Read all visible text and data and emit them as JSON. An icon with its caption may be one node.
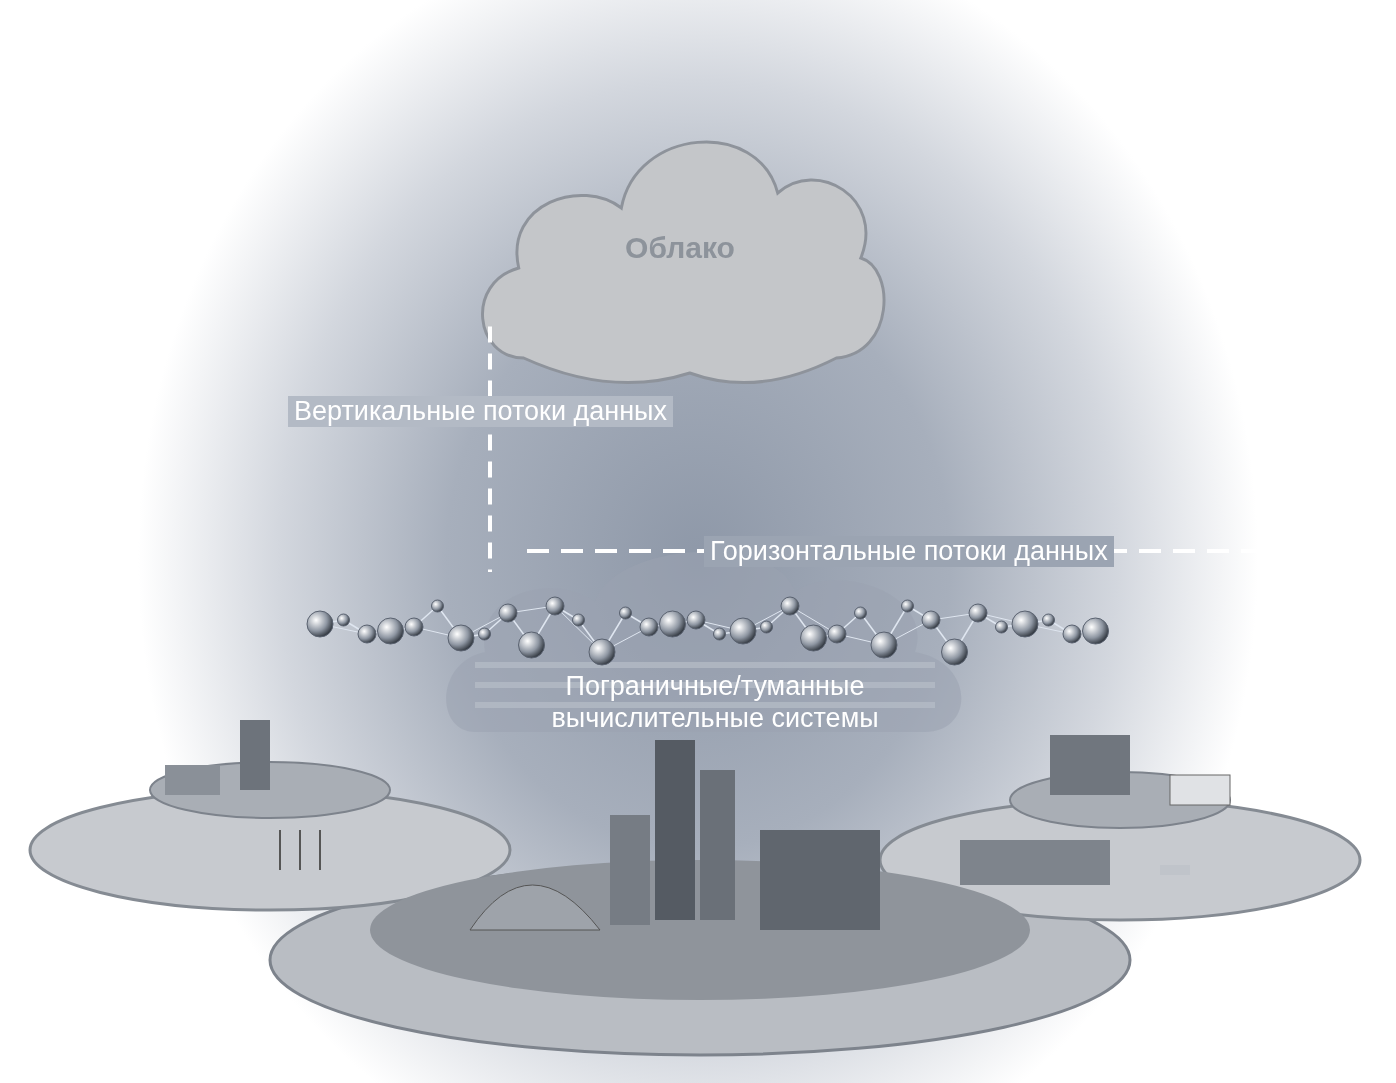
{
  "diagram": {
    "nodes": [
      {
        "text": [
          "Облако"
        ]
      },
      {
        "text": [
          "Пограничные/туманные вычислительные системы"
        ]
      }
    ],
    "edges": [
      {
        "from": 0,
        "to": 1,
        "arrow": "none",
        "style": "dashed",
        "label": "Вертикальные потоки данных"
      }
    ],
    "labels": [
      "Горизонтальные потоки данных"
    ]
  }
}
